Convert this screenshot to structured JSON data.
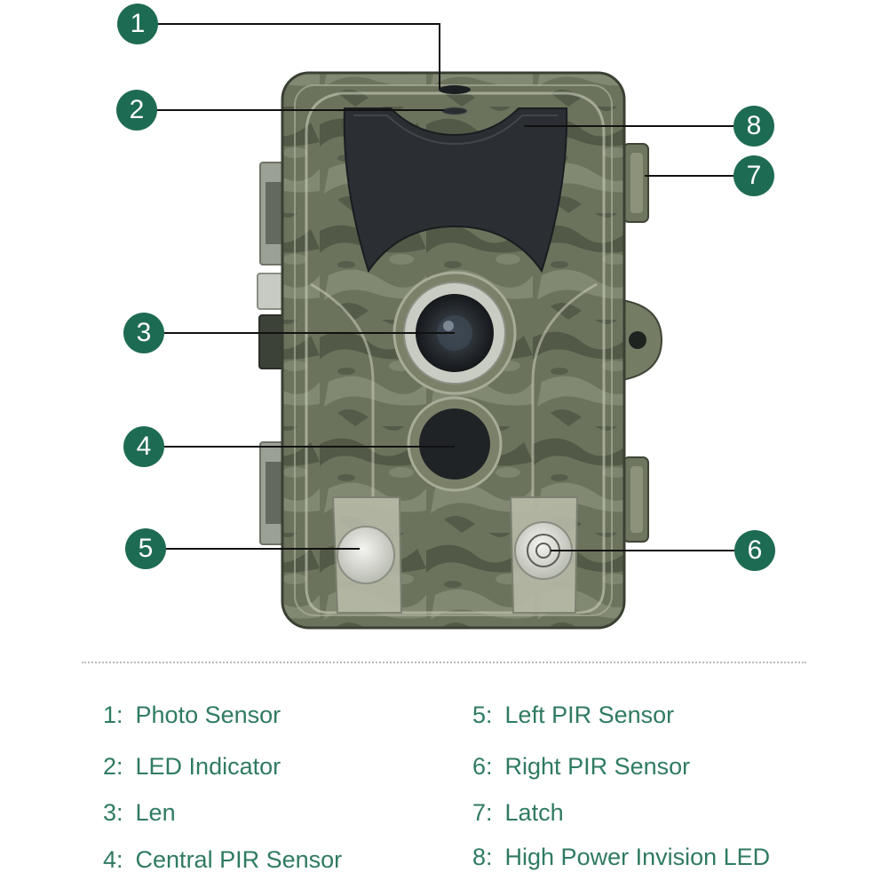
{
  "colors": {
    "marker_fill": "#1e6b53",
    "legend_text": "#2f7a63",
    "camo_base": "#6b735c",
    "camo_dark": "#3d4435",
    "camo_light": "#9aa089",
    "lens_dark": "#1f2326",
    "leader_line": "#111111"
  },
  "markers": [
    {
      "id": "1",
      "label": "1"
    },
    {
      "id": "2",
      "label": "2"
    },
    {
      "id": "3",
      "label": "3"
    },
    {
      "id": "4",
      "label": "4"
    },
    {
      "id": "5",
      "label": "5"
    },
    {
      "id": "6",
      "label": "6"
    },
    {
      "id": "7",
      "label": "7"
    },
    {
      "id": "8",
      "label": "8"
    }
  ],
  "legend": [
    {
      "num": "1:",
      "text": "Photo Sensor"
    },
    {
      "num": "2:",
      "text": "LED Indicator"
    },
    {
      "num": "3:",
      "text": "Len"
    },
    {
      "num": "4:",
      "text": "Central PIR Sensor"
    },
    {
      "num": "5:",
      "text": "Left PIR Sensor"
    },
    {
      "num": "6:",
      "text": "Right PIR Sensor"
    },
    {
      "num": "7:",
      "text": "Latch"
    },
    {
      "num": "8:",
      "text": "High Power Invision LED"
    }
  ]
}
